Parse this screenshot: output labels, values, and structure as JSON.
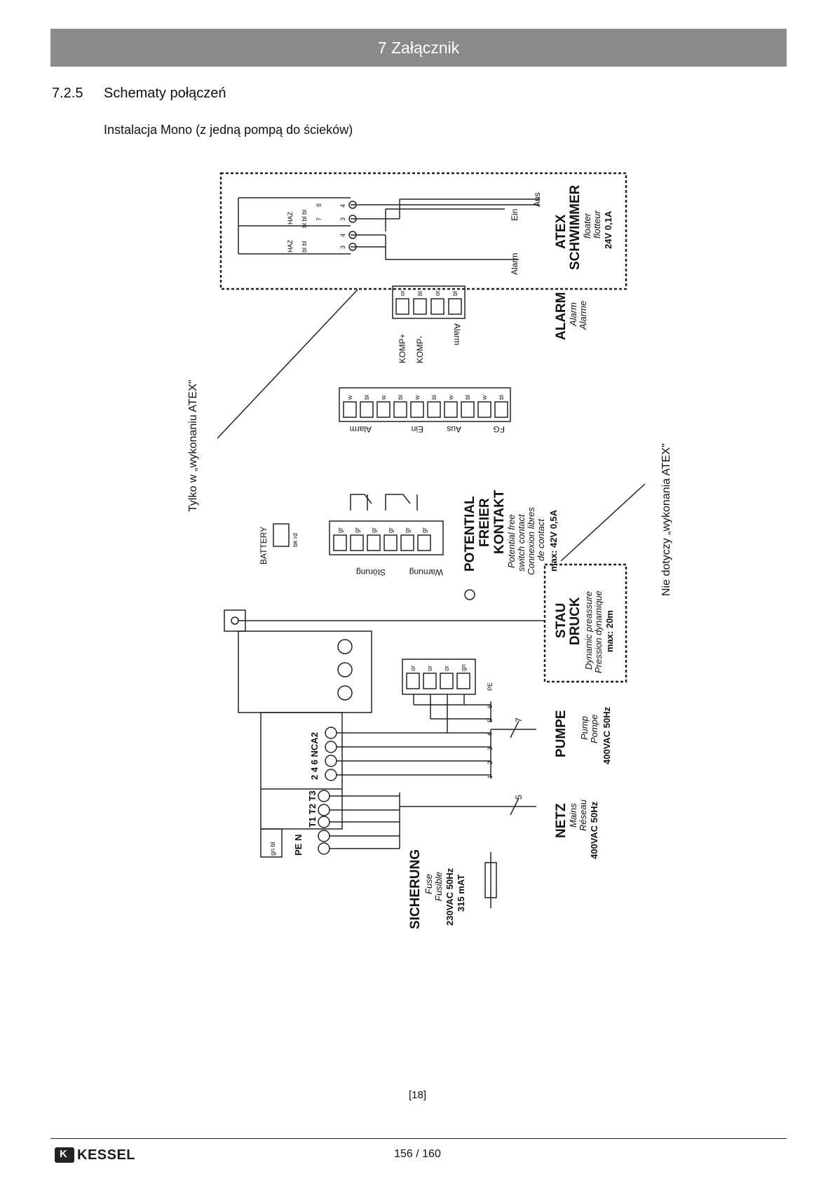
{
  "header": {
    "title": "7  Załącznik"
  },
  "section": {
    "number": "7.2.5",
    "title": "Schematy połączeń"
  },
  "subtitle": "Instalacja Mono (z jedną pompą do ścieków)",
  "diagram": {
    "atex_note": "Tylko w „wykonaniu ATEX\"",
    "not_atex_note": "Nie dotyczy „wykonania ATEX\"",
    "atex_block": {
      "title1": "ATEX",
      "title2": "SCHWIMMER",
      "sub1": "floater",
      "sub2": "flotteur",
      "rating": "24V 0,1A",
      "aus": "Aus",
      "ein": "Ein",
      "alarm": "Alarm",
      "haz1": "HAZ",
      "haz2": "HAZ",
      "bl_bl_1": "bl  bl",
      "bl_bl_2": "bl  bl  bl",
      "t7": "7",
      "t8": "8",
      "t3a": "3",
      "t4a": "4",
      "t3b": "3",
      "t4b": "4"
    },
    "alarm_block": {
      "title": "ALARM",
      "sub1": "Alarm",
      "sub2": "Alarme",
      "komp_plus": "KOMP+",
      "komp_minus": "KOMP-",
      "alarm_label": "Alarm",
      "term_colors": [
        "or",
        "bl",
        "or",
        "bl"
      ]
    },
    "float_block": {
      "alarm": "Alarm",
      "ein": "Ein",
      "aus": "Aus",
      "fg": "FG",
      "term_colors": [
        "w",
        "bl",
        "w",
        "bl",
        "w",
        "bl",
        "w",
        "bl",
        "w",
        "bl"
      ]
    },
    "battery": {
      "title": "BATTERY",
      "colors": "bk rd"
    },
    "contact": {
      "title1": "POTENTIAL",
      "title2": "FREIER",
      "title3": "KONTAKT",
      "sub1": "Potential free",
      "sub2": "switch contact",
      "sub3": "Connexion libres",
      "sub4": "de contact",
      "rating": "max: 42V 0,5A",
      "warnung": "Warnung",
      "storung": "Störung",
      "term_colors": [
        "gr",
        "gr",
        "gr",
        "gr",
        "gr",
        "gr"
      ]
    },
    "stau": {
      "title1": "STAU",
      "title2": "DRUCK",
      "sub1": "Dynamic preassure",
      "sub2": "Pression dynamique",
      "rating": "max: 20m"
    },
    "pumpe": {
      "title": "PUMPE",
      "sub1": "Pump",
      "sub2": "Pompe",
      "rating": "400VAC 50Hz",
      "wires": "7",
      "pe": "PE",
      "terms": [
        "1",
        "2",
        "3",
        "4",
        "5",
        "6"
      ],
      "term_colors": [
        "or",
        "or",
        "or",
        "gn"
      ]
    },
    "netz": {
      "title": "NETZ",
      "sub1": "Mains",
      "sub2": "Réseau",
      "rating": "400VAC 50Hz",
      "wires": "5"
    },
    "sicherung": {
      "title": "SICHERUNG",
      "sub1": "Fuse",
      "sub2": "Fusible",
      "rating1": "230VAC 50Hz",
      "rating2": "315 mAT"
    },
    "terminals": {
      "t1t2t3": "T1 T2 T3",
      "pen": "PE N",
      "gnbl": "gn bl",
      "nca": "2  4  6 NCA2"
    }
  },
  "figure_number": "[18]",
  "footer": {
    "logo": "KESSEL",
    "page": "156 / 160"
  }
}
